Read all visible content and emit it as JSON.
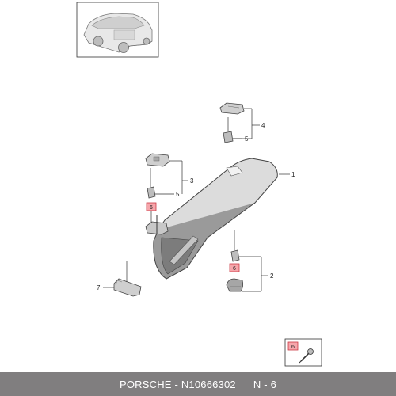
{
  "callouts": {
    "c1": "1",
    "c2": "2",
    "c3": "3",
    "c4": "4",
    "c5a": "5",
    "c5b": "5",
    "c6a": "6",
    "c6b": "6",
    "c6c": "6",
    "c7": "7"
  },
  "footer": {
    "brand": "PORSCHE",
    "dash": " - ",
    "part_number": "N10666302",
    "ref": "N - 6"
  },
  "colors": {
    "highlight_fill": "#f6a6ab",
    "highlight_stroke": "#cc3a44",
    "footer_bg": "#807e7f",
    "line": "#333333"
  }
}
